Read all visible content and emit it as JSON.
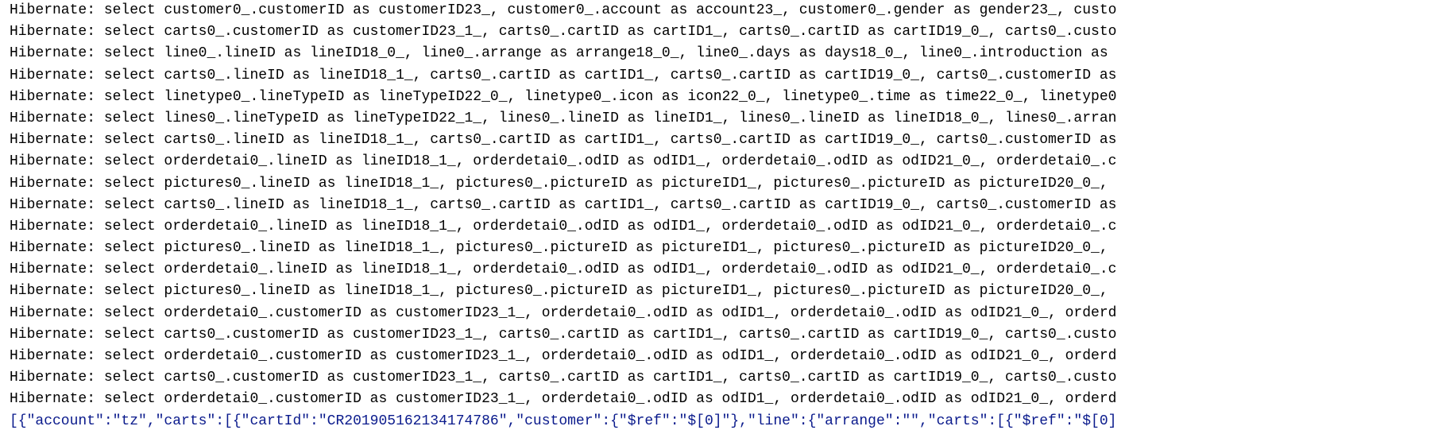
{
  "console": {
    "colors": {
      "background": "#ffffff",
      "log_text": "#000000",
      "json_text": "#0a1a8c"
    },
    "lines": [
      {
        "kind": "sql",
        "text": "Hibernate: select customer0_.customerID as customerID23_, customer0_.account as account23_, customer0_.gender as gender23_, custo"
      },
      {
        "kind": "sql",
        "text": "Hibernate: select carts0_.customerID as customerID23_1_, carts0_.cartID as cartID1_, carts0_.cartID as cartID19_0_, carts0_.custo"
      },
      {
        "kind": "sql",
        "text": "Hibernate: select line0_.lineID as lineID18_0_, line0_.arrange as arrange18_0_, line0_.days as days18_0_, line0_.introduction as "
      },
      {
        "kind": "sql",
        "text": "Hibernate: select carts0_.lineID as lineID18_1_, carts0_.cartID as cartID1_, carts0_.cartID as cartID19_0_, carts0_.customerID as"
      },
      {
        "kind": "sql",
        "text": "Hibernate: select linetype0_.lineTypeID as lineTypeID22_0_, linetype0_.icon as icon22_0_, linetype0_.time as time22_0_, linetype0"
      },
      {
        "kind": "sql",
        "text": "Hibernate: select lines0_.lineTypeID as lineTypeID22_1_, lines0_.lineID as lineID1_, lines0_.lineID as lineID18_0_, lines0_.arran"
      },
      {
        "kind": "sql",
        "text": "Hibernate: select carts0_.lineID as lineID18_1_, carts0_.cartID as cartID1_, carts0_.cartID as cartID19_0_, carts0_.customerID as"
      },
      {
        "kind": "sql",
        "text": "Hibernate: select orderdetai0_.lineID as lineID18_1_, orderdetai0_.odID as odID1_, orderdetai0_.odID as odID21_0_, orderdetai0_.c"
      },
      {
        "kind": "sql",
        "text": "Hibernate: select pictures0_.lineID as lineID18_1_, pictures0_.pictureID as pictureID1_, pictures0_.pictureID as pictureID20_0_, "
      },
      {
        "kind": "sql",
        "text": "Hibernate: select carts0_.lineID as lineID18_1_, carts0_.cartID as cartID1_, carts0_.cartID as cartID19_0_, carts0_.customerID as"
      },
      {
        "kind": "sql",
        "text": "Hibernate: select orderdetai0_.lineID as lineID18_1_, orderdetai0_.odID as odID1_, orderdetai0_.odID as odID21_0_, orderdetai0_.c"
      },
      {
        "kind": "sql",
        "text": "Hibernate: select pictures0_.lineID as lineID18_1_, pictures0_.pictureID as pictureID1_, pictures0_.pictureID as pictureID20_0_, "
      },
      {
        "kind": "sql",
        "text": "Hibernate: select orderdetai0_.lineID as lineID18_1_, orderdetai0_.odID as odID1_, orderdetai0_.odID as odID21_0_, orderdetai0_.c"
      },
      {
        "kind": "sql",
        "text": "Hibernate: select pictures0_.lineID as lineID18_1_, pictures0_.pictureID as pictureID1_, pictures0_.pictureID as pictureID20_0_, "
      },
      {
        "kind": "sql",
        "text": "Hibernate: select orderdetai0_.customerID as customerID23_1_, orderdetai0_.odID as odID1_, orderdetai0_.odID as odID21_0_, orderd"
      },
      {
        "kind": "sql",
        "text": "Hibernate: select carts0_.customerID as customerID23_1_, carts0_.cartID as cartID1_, carts0_.cartID as cartID19_0_, carts0_.custo"
      },
      {
        "kind": "sql",
        "text": "Hibernate: select orderdetai0_.customerID as customerID23_1_, orderdetai0_.odID as odID1_, orderdetai0_.odID as odID21_0_, orderd"
      },
      {
        "kind": "sql",
        "text": "Hibernate: select carts0_.customerID as customerID23_1_, carts0_.cartID as cartID1_, carts0_.cartID as cartID19_0_, carts0_.custo"
      },
      {
        "kind": "sql",
        "text": "Hibernate: select orderdetai0_.customerID as customerID23_1_, orderdetai0_.odID as odID1_, orderdetai0_.odID as odID21_0_, orderd"
      },
      {
        "kind": "json",
        "text": "[{\"account\":\"tz\",\"carts\":[{\"cartId\":\"CR201905162134174786\",\"customer\":{\"$ref\":\"$[0]\"},\"line\":{\"arrange\":\"\",\"carts\":[{\"$ref\":\"$[0]"
      }
    ]
  }
}
